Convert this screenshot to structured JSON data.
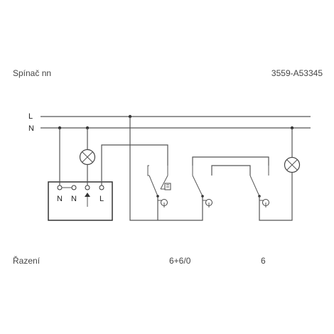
{
  "header": {
    "title": "Spínač nn",
    "product_code": "3559-A53345"
  },
  "diagram": {
    "line_L": "L",
    "line_N": "N",
    "device_terminals": [
      "N",
      "N",
      "L"
    ]
  },
  "footer": {
    "label": "Řazení",
    "value_1": "6+6/0",
    "value_2": "6"
  }
}
